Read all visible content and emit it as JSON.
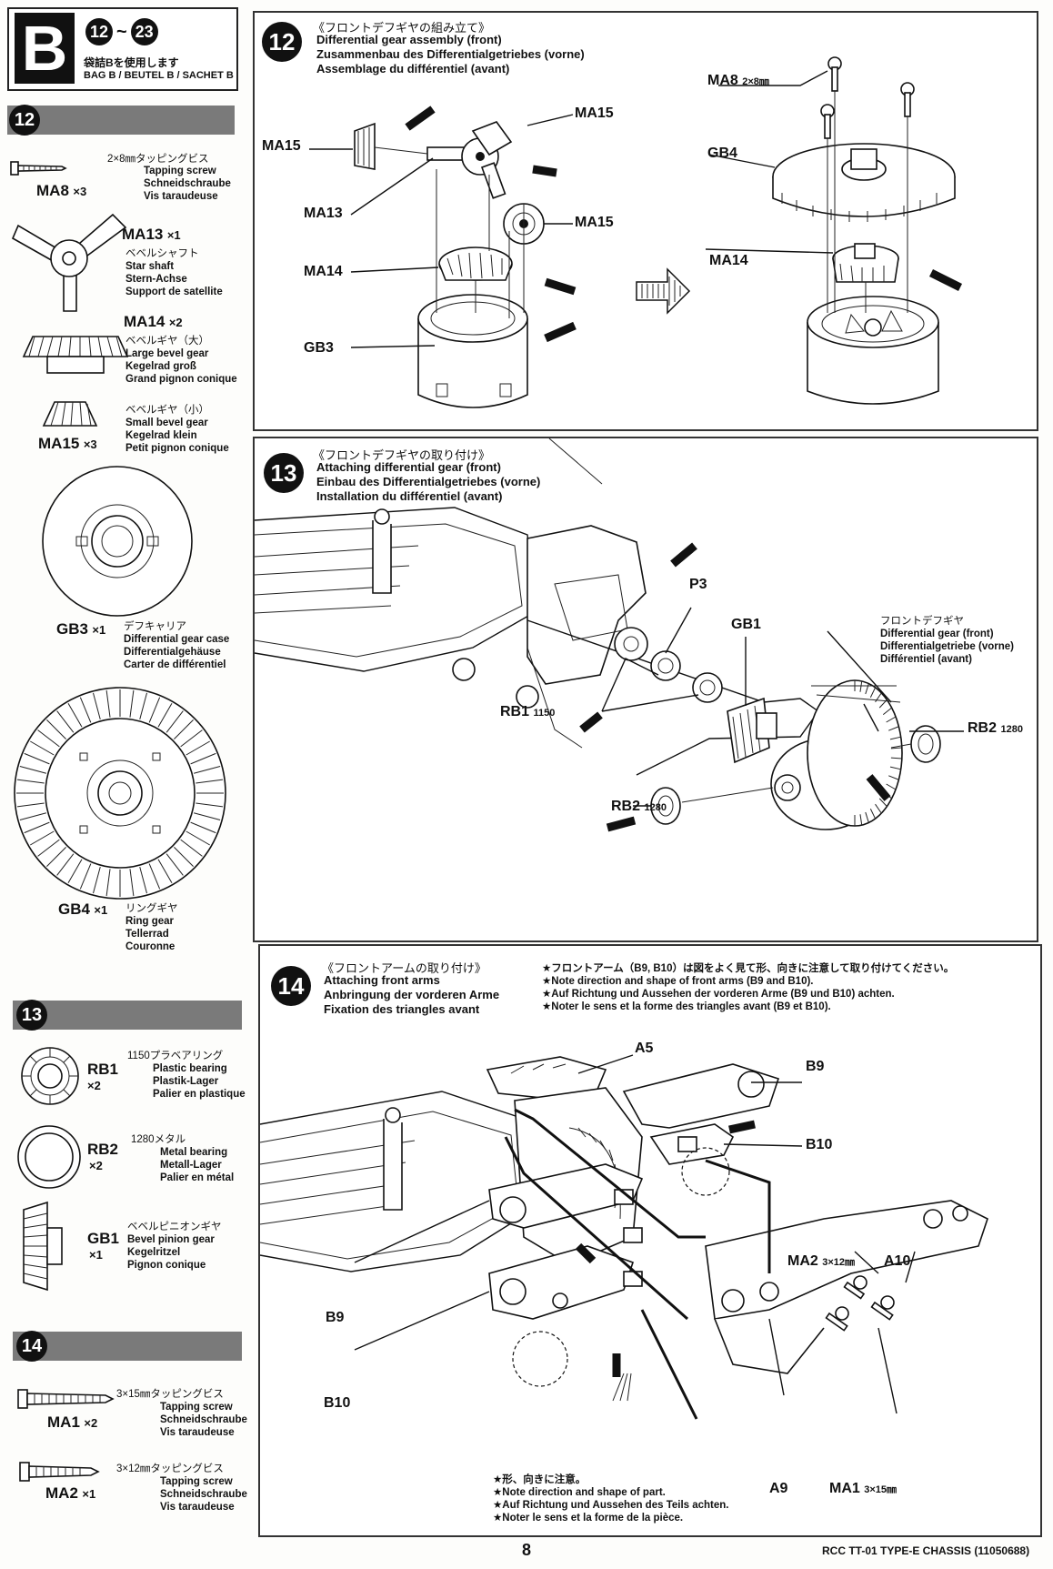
{
  "header": {
    "bag_letter": "B",
    "step_range_start": "12",
    "step_range_sep": "~",
    "step_range_end": "23",
    "bag_jp": "袋詰Bを使用します",
    "bag_label": "BAG B / BEUTEL B / SACHET B"
  },
  "sidebar": {
    "sections": [
      {
        "step": "12",
        "parts": [
          {
            "code": "MA8",
            "qty": "×3",
            "jp": "2×8㎜タッピングビス",
            "lines": [
              "Tapping screw",
              "Schneidschraube",
              "Vis taraudeuse"
            ]
          },
          {
            "code": "MA13",
            "qty": "×1",
            "jp": "ベベルシャフト",
            "lines": [
              "Star shaft",
              "Stern-Achse",
              "Support de satellite"
            ]
          },
          {
            "code": "MA14",
            "qty": "×2",
            "jp": "ベベルギヤ（大）",
            "lines": [
              "Large bevel gear",
              "Kegelrad groß",
              "Grand pignon conique"
            ]
          },
          {
            "code": "MA15",
            "qty": "×3",
            "jp": "ベベルギヤ（小）",
            "lines": [
              "Small bevel gear",
              "Kegelrad klein",
              "Petit pignon conique"
            ]
          },
          {
            "code": "GB3",
            "qty": "×1",
            "jp": "デフキャリア",
            "lines": [
              "Differential gear case",
              "Differentialgehäuse",
              "Carter de différentiel"
            ]
          },
          {
            "code": "GB4",
            "qty": "×1",
            "jp": "リングギヤ",
            "lines": [
              "Ring gear",
              "Tellerrad",
              "Couronne"
            ]
          }
        ]
      },
      {
        "step": "13",
        "parts": [
          {
            "code": "RB1",
            "qty": "×2",
            "jp": "1150プラベアリング",
            "lines": [
              "Plastic bearing",
              "Plastik-Lager",
              "Palier en plastique"
            ]
          },
          {
            "code": "RB2",
            "qty": "×2",
            "jp": "1280メタル",
            "lines": [
              "Metal bearing",
              "Metall-Lager",
              "Palier en métal"
            ]
          },
          {
            "code": "GB1",
            "qty": "×1",
            "jp": "ベベルピニオンギヤ",
            "lines": [
              "Bevel pinion gear",
              "Kegelritzel",
              "Pignon conique"
            ]
          }
        ]
      },
      {
        "step": "14",
        "parts": [
          {
            "code": "MA1",
            "qty": "×2",
            "jp": "3×15㎜タッピングビス",
            "lines": [
              "Tapping screw",
              "Schneidschraube",
              "Vis taraudeuse"
            ]
          },
          {
            "code": "MA2",
            "qty": "×1",
            "jp": "3×12㎜タッピングビス",
            "lines": [
              "Tapping screw",
              "Schneidschraube",
              "Vis taraudeuse"
            ]
          }
        ]
      }
    ]
  },
  "steps": [
    {
      "num": "12",
      "jp": "《フロントデフギヤの組み立て》",
      "lines": [
        "Differential gear assembly (front)",
        "Zusammenbau des Differentialgetriebes (vorne)",
        "Assemblage du différentiel (avant)"
      ],
      "callouts": {
        "ma15_a": "MA15",
        "ma15_b": "MA15",
        "ma15_c": "MA15",
        "ma13": "MA13",
        "ma14": "MA14",
        "gb3": "GB3",
        "ma8": "MA8",
        "ma8_size": "2×8㎜",
        "gb4": "GB4",
        "ma14_b": "MA14"
      }
    },
    {
      "num": "13",
      "jp": "《フロントデフギヤの取り付け》",
      "lines": [
        "Attaching differential gear (front)",
        "Einbau des Differentialgetriebes (vorne)",
        "Installation du différentiel (avant)"
      ],
      "callouts": {
        "p3": "P3",
        "gb1": "GB1",
        "rb1": "RB1",
        "rb1_size": "1150",
        "rb2_a": "RB2",
        "rb2_a_size": "1280",
        "rb2_b": "RB2",
        "rb2_b_size": "1280"
      },
      "diff_label": {
        "jp": "フロントデフギヤ",
        "lines": [
          "Differential gear (front)",
          "Differentialgetriebe (vorne)",
          "Différentiel (avant)"
        ]
      }
    },
    {
      "num": "14",
      "jp": "《フロントアームの取り付け》",
      "lines": [
        "Attaching front arms",
        "Anbringung der vorderen Arme",
        "Fixation des triangles avant"
      ],
      "notes": [
        "★フロントアーム（B9, B10）は図をよく見て形、向きに注意して取り付けてください。",
        "★Note direction and shape of front arms (B9 and B10).",
        "★Auf Richtung und Aussehen der vorderen Arme (B9 und B10) achten.",
        "★Noter le sens et la forme des triangles avant (B9 et B10)."
      ],
      "callouts": {
        "a5": "A5",
        "b9_a": "B9",
        "b10_a": "B10",
        "b9_b": "B9",
        "b10_b": "B10",
        "ma2": "MA2",
        "ma2_size": "3×12㎜",
        "a10": "A10",
        "a9": "A9",
        "ma1": "MA1",
        "ma1_size": "3×15㎜"
      },
      "bottom_notes": [
        "★形、向きに注意。",
        "★Note direction and shape of part.",
        "★Auf Richtung und Aussehen des Teils achten.",
        "★Noter le sens et la forme de la pièce."
      ]
    }
  ],
  "footer": {
    "page": "8",
    "doc": "RCC TT-01 TYPE-E CHASSIS (11050688)"
  }
}
